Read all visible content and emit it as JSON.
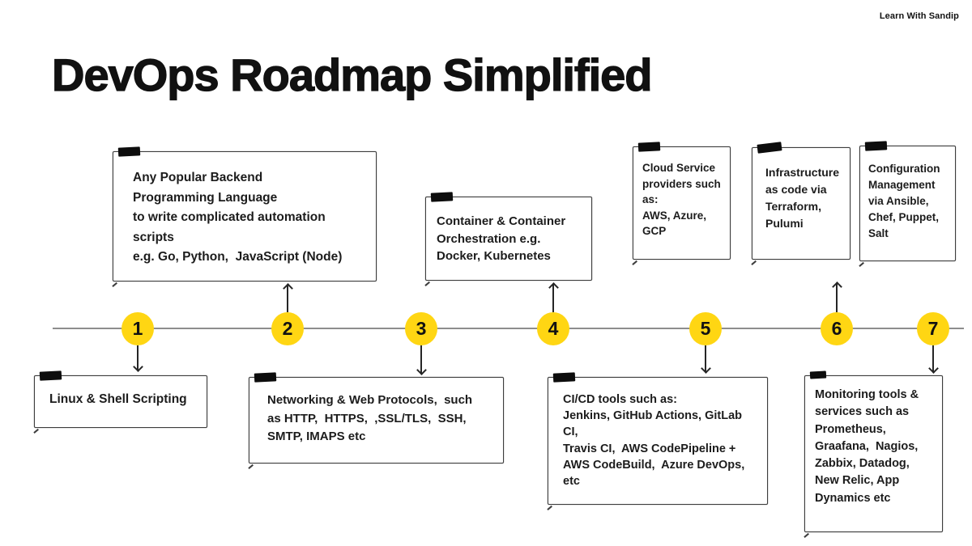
{
  "brand": "Learn With Sandip",
  "title": "DevOps Roadmap Simplified",
  "steps": [
    "1",
    "2",
    "3",
    "4",
    "5",
    "6",
    "7"
  ],
  "notes": {
    "backend": "Any Popular Backend\nProgramming Language\nto write complicated automation\nscripts\ne.g. Go, Python,  JavaScript (Node)",
    "container": "Container & Container\nOrchestration e.g.\nDocker, Kubernetes",
    "cloud": "Cloud Service\nproviders such\nas:\nAWS, Azure,\nGCP",
    "iac": "Infrastructure\nas code via\nTerraform,\nPulumi",
    "config": "Configuration\nManagement\nvia Ansible,\nChef, Puppet,\nSalt",
    "linux": "Linux & Shell Scripting",
    "networking": "Networking & Web Protocols,  such\nas HTTP,  HTTPS,  ,SSL/TLS,  SSH,\nSMTP, IMAPS etc",
    "cicd": "CI/CD tools such as:\nJenkins, GitHub Actions, GitLab CI,\nTravis CI,  AWS CodePipeline +\nAWS CodeBuild,  Azure DevOps,\netc",
    "monitoring": "Monitoring tools &\nservices such as\nPrometheus,\nGraafana,  Nagios,\nZabbix, Datadog,\nNew Relic, App\nDynamics etc"
  },
  "colors": {
    "accent_yellow": "#FFD613",
    "timeline_gray": "#8d8d8d",
    "ink": "#151515",
    "tape_black": "#0d0d0d"
  }
}
